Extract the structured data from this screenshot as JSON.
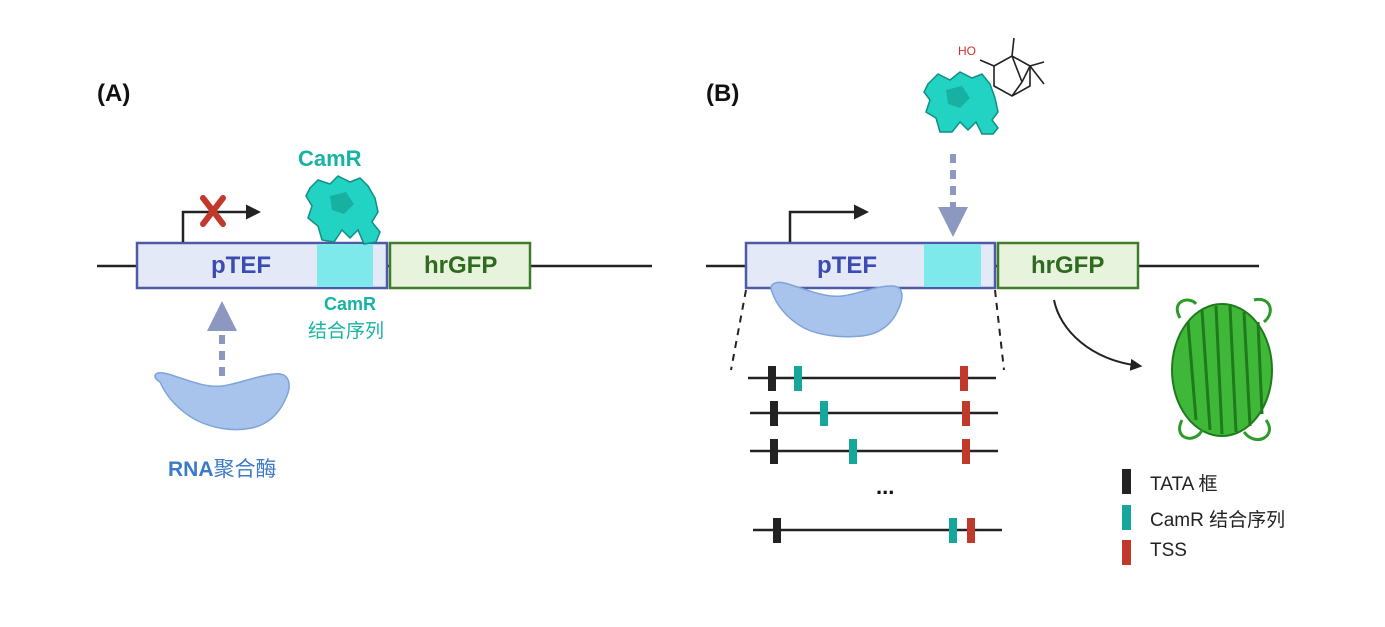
{
  "colors": {
    "promoter_fill": "#e4e9f7",
    "promoter_stroke": "#4f5aa6",
    "promoter_text": "#3b4bb0",
    "binding_fill": "#7de9ea",
    "camr_text": "#17b3a5",
    "camr_protein": "#22d3c4",
    "gfp_fill": "#e8f3dd",
    "gfp_stroke": "#3d7d2c",
    "gfp_text": "#2e6b1f",
    "rnap_fill": "#a9c4ec",
    "rnap_text": "#3d7bc8",
    "arrow_dashed": "#8c98c0",
    "block_x": "#c0392b",
    "tata": "#222222",
    "tss": "#c0392b",
    "camr_site": "#15a89a",
    "camphor_oh": "#d0302b"
  },
  "panel_a": {
    "label": "(A)",
    "promoter_label": "pTEF",
    "reporter_label": "hrGFP",
    "repressor_label": "CamR",
    "binding_site_label_line1": "CamR",
    "binding_site_label_line2": "结合序列",
    "polymerase_label_bold": "RNA",
    "polymerase_label_rest": "聚合酶",
    "transcription_blocked_icon": "x-icon"
  },
  "panel_b": {
    "label": "(B)",
    "promoter_label": "pTEF",
    "reporter_label": "hrGFP",
    "ligand_hydroxyl_label": "HO",
    "ellipsis": "...",
    "variant_count_visible": 4,
    "product_icon": "gfp-beta-barrel-icon"
  },
  "legend": [
    {
      "label": "TATA 框",
      "color": "#222222"
    },
    {
      "label": "CamR 结合序列",
      "color": "#15a89a"
    },
    {
      "label": "TSS",
      "color": "#c0392b"
    }
  ]
}
